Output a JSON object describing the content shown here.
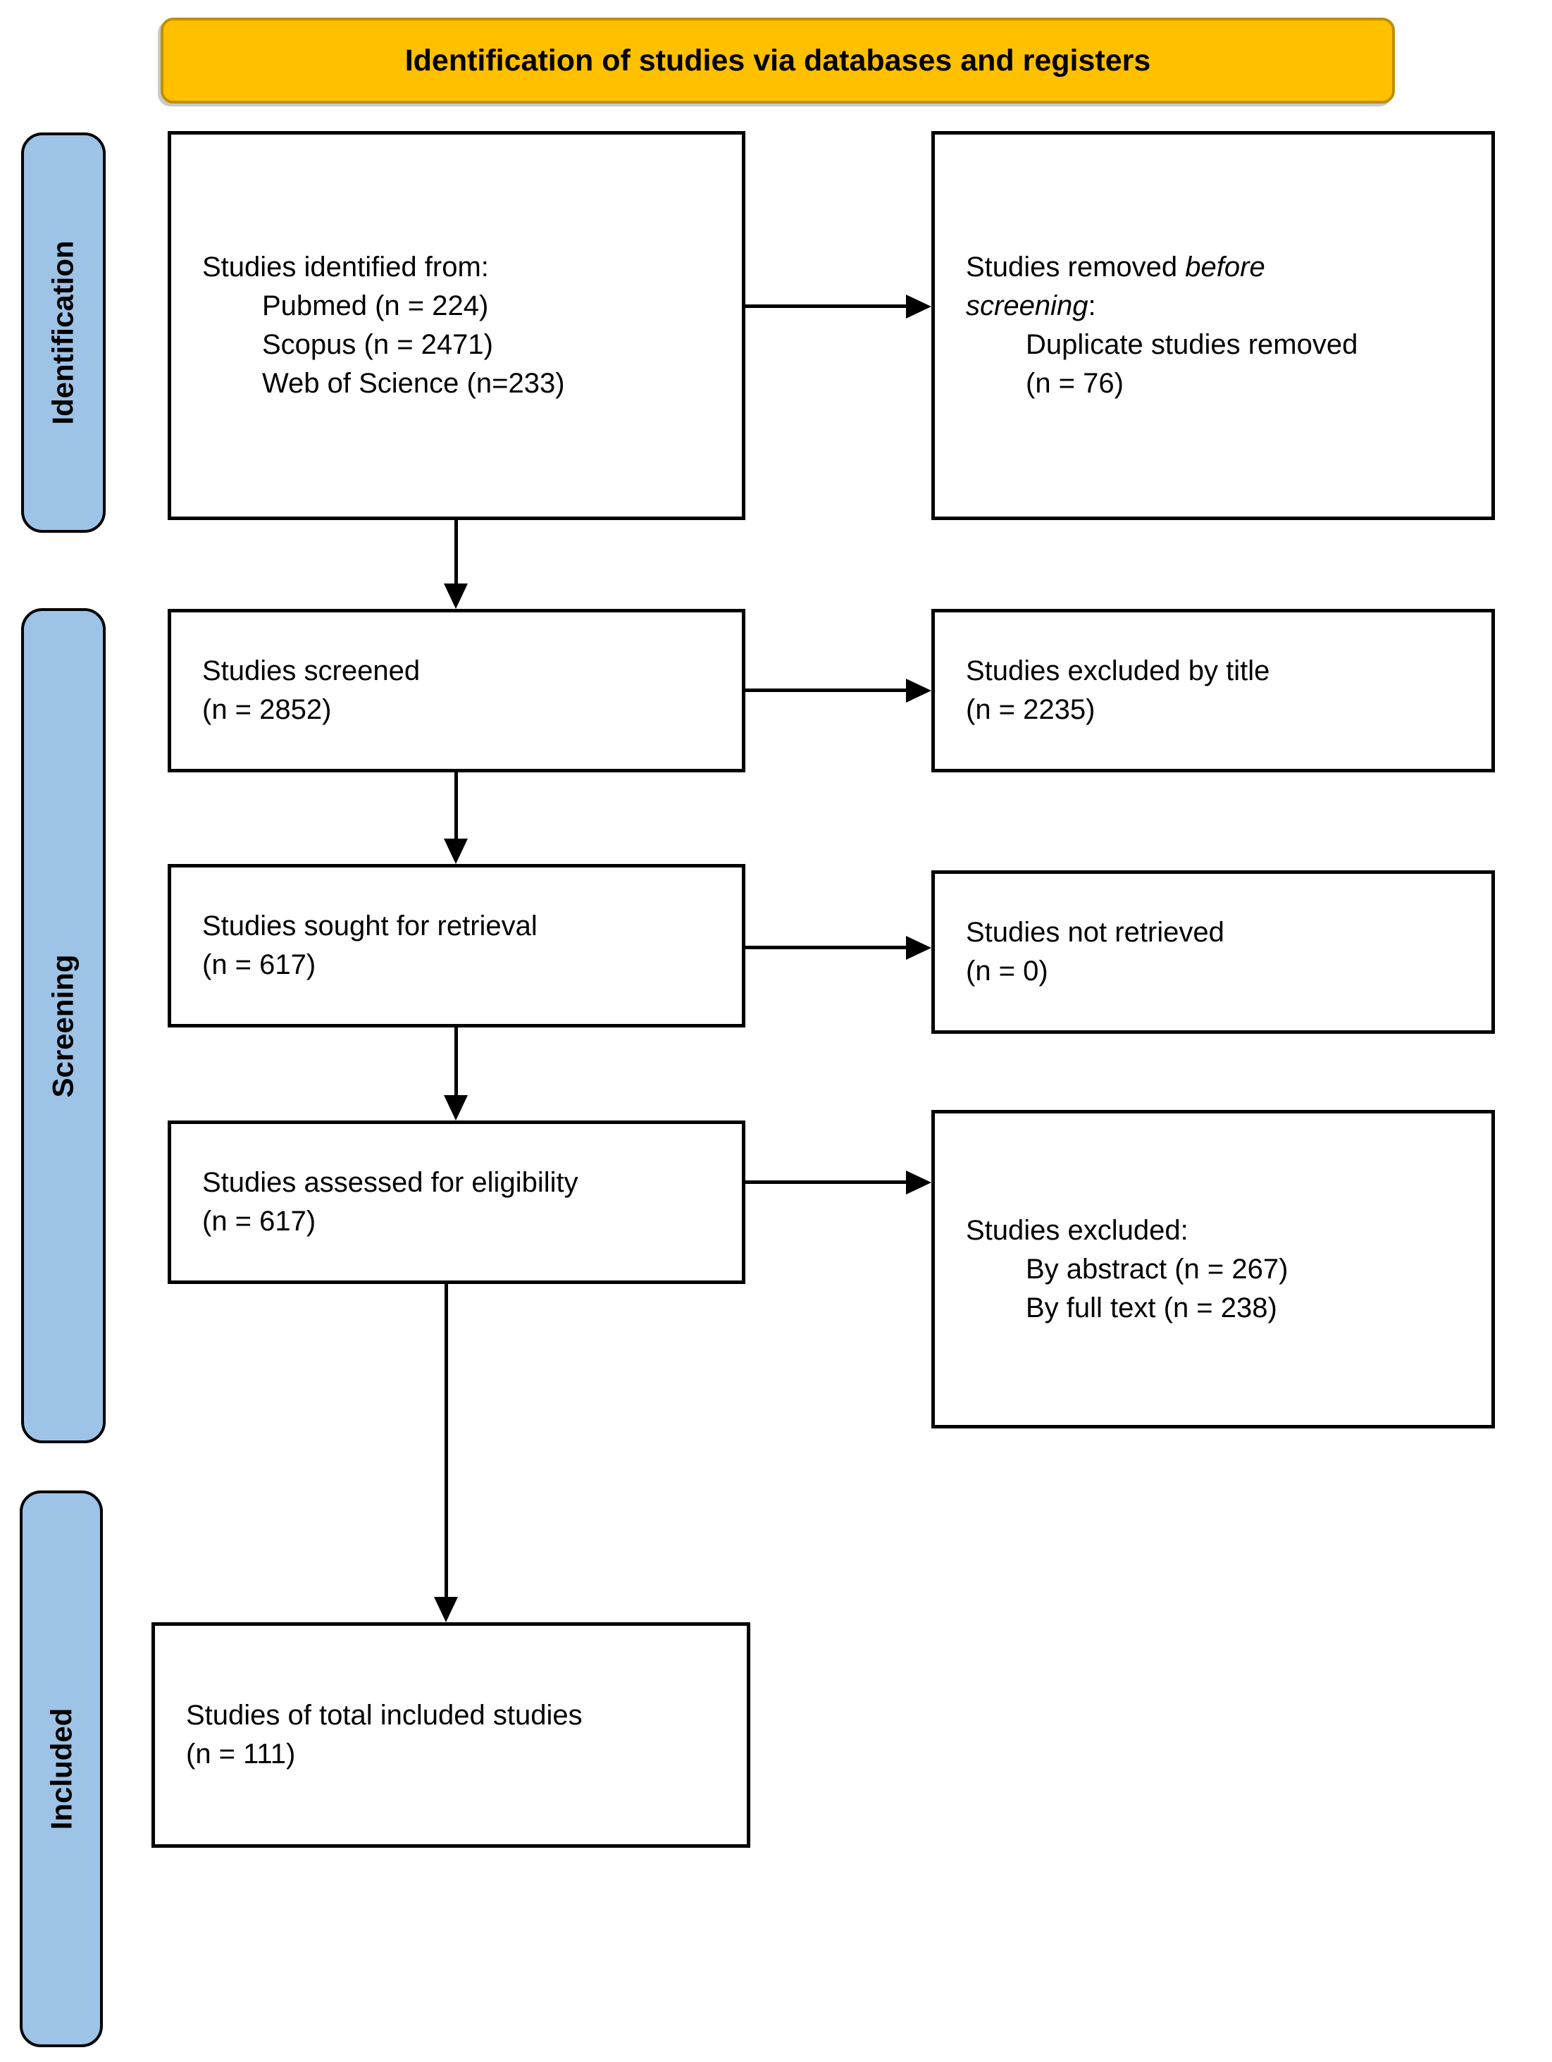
{
  "header": {
    "title": "Identification of studies via databases and registers"
  },
  "stages": {
    "identification": "Identification",
    "screening": "Screening",
    "included": "Included"
  },
  "boxes": {
    "identified": {
      "title": "Studies identified from:",
      "items": [
        "Pubmed (n = 224)",
        "Scopus (n = 2471)",
        "Web of Science (n=233)"
      ]
    },
    "removed_before_screening": {
      "normal1": "Studies removed ",
      "italic1": "before",
      "italic2": "screening",
      "suffix2": ":",
      "items": [
        "Duplicate studies removed",
        "(n = 76)"
      ]
    },
    "screened": {
      "lines": [
        "Studies screened",
        "(n = 2852)"
      ]
    },
    "excluded_by_title": {
      "lines": [
        "Studies excluded by title",
        "(n = 2235)"
      ]
    },
    "sought_for_retrieval": {
      "lines": [
        "Studies sought for retrieval",
        "(n = 617)"
      ]
    },
    "not_retrieved": {
      "lines": [
        "Studies not retrieved",
        "(n = 0)"
      ]
    },
    "assessed_for_eligibility": {
      "lines": [
        "Studies assessed for eligibility",
        "(n = 617)"
      ]
    },
    "excluded": {
      "title": "Studies excluded:",
      "items": [
        "By abstract (n = 267)",
        "By full text (n = 238)"
      ]
    },
    "included_total": {
      "lines": [
        "Studies of total included studies",
        "(n = 111)"
      ]
    }
  },
  "colors": {
    "banner_bg": "#FFC000",
    "banner_border": "#BF9000",
    "stage_bg": "#9DC3E6",
    "stage_border": "#000000",
    "box_bg": "#FFFFFF",
    "box_border": "#000000",
    "arrow": "#000000",
    "text": "#000000"
  }
}
